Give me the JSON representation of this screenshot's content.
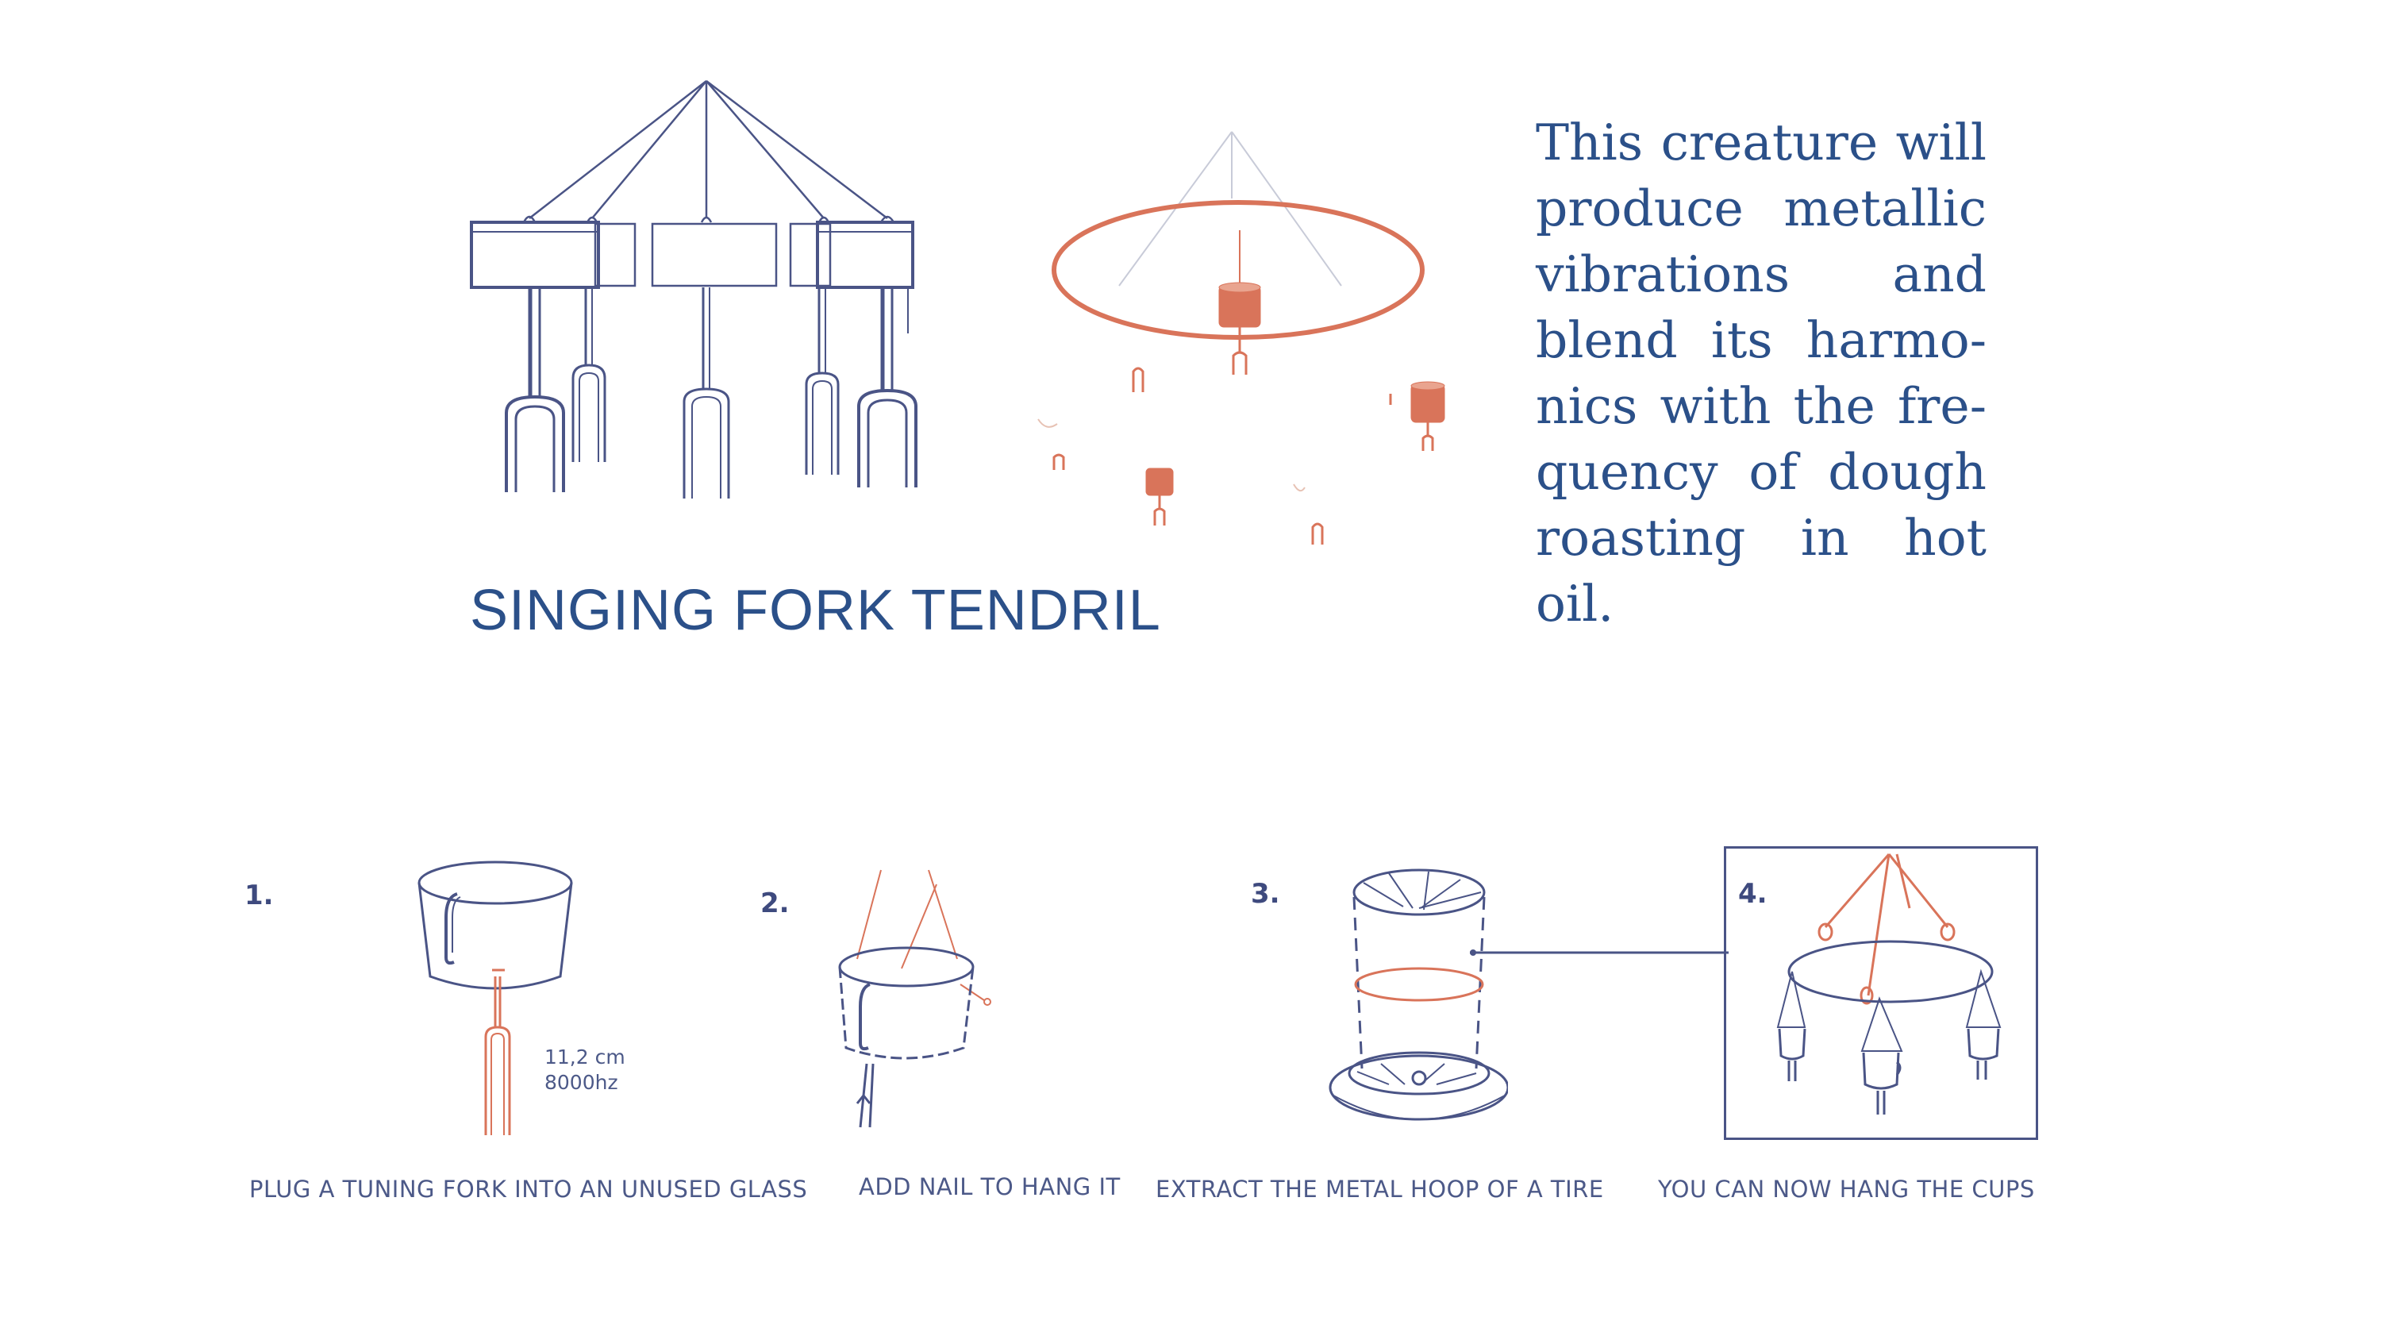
{
  "title": "SINGING FORK TENDRIL",
  "description_lines": [
    "This creature will",
    "produce metallic",
    "vibrations and",
    "blend its harmo-",
    "nics with the fre-",
    "quency of dough",
    "roasting in hot oil."
  ],
  "steps": [
    {
      "number": "1.",
      "caption": "PLUG A TUNING FORK INTO AN UNUSED GLASS",
      "note_lines": [
        "11,2 cm",
        "8000hz"
      ]
    },
    {
      "number": "2.",
      "caption": "ADD NAIL TO HANG IT"
    },
    {
      "number": "3.",
      "caption": "EXTRACT THE METAL HOOP OF A TIRE"
    },
    {
      "number": "4.",
      "caption": "YOU CAN NOW HANG THE CUPS"
    }
  ],
  "colors": {
    "blue": "#2b5089",
    "line": "#4a5486",
    "copper": "#d9745a"
  }
}
